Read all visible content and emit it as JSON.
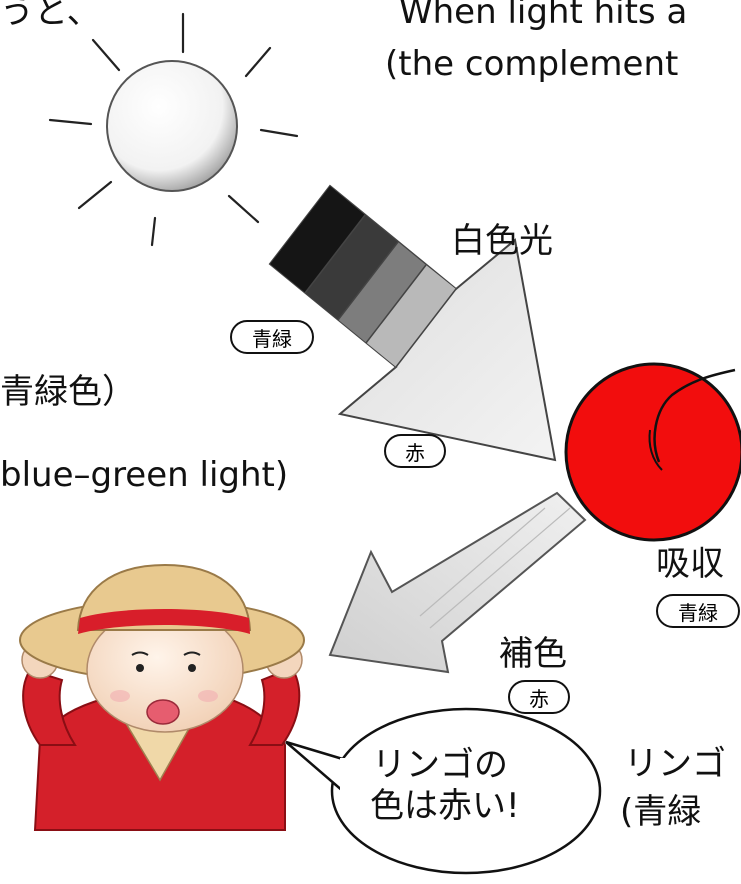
{
  "texts": {
    "top_left_fragment": "うと、",
    "top_right_line1": "When light hits a",
    "top_right_line2": "(the complement",
    "white_light": "白色光",
    "left_jp": "青緑色）",
    "left_en": "blue–green light)",
    "absorb": "吸収",
    "complement": "補色",
    "bottom_right_line1": "リンゴ",
    "bottom_right_line2": "(青緑",
    "bubble_line1": "リンゴの",
    "bubble_line2": "色は赤い!"
  },
  "tags": {
    "blue_green": "青緑",
    "red": "赤"
  },
  "colors": {
    "apple_red": "#f20d0d",
    "ink": "#111111",
    "hat": "#e8c98f",
    "hat_band": "#d81e2a",
    "jacket": "#d4202a"
  }
}
